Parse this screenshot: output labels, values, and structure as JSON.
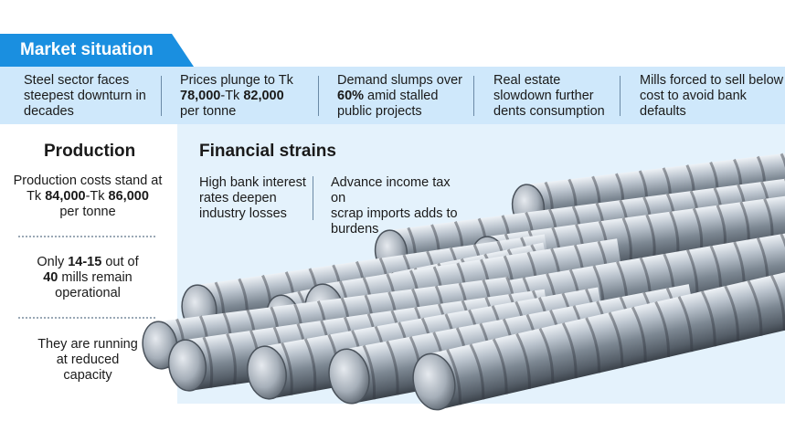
{
  "header": {
    "title": "Market situation",
    "accent_color": "#1a8fe0",
    "band_color": "#cfe8fb"
  },
  "band": {
    "items": [
      {
        "lines": [
          [
            {
              "t": "Steel sector faces"
            }
          ],
          [
            {
              "t": "steepest downturn in"
            }
          ],
          [
            {
              "t": "decades"
            }
          ]
        ]
      },
      {
        "lines": [
          [
            {
              "t": "Prices plunge to Tk"
            }
          ],
          [
            {
              "t": "78,000",
              "b": true
            },
            {
              "t": "-Tk "
            },
            {
              "t": "82,000",
              "b": true
            }
          ],
          [
            {
              "t": "per tonne"
            }
          ]
        ]
      },
      {
        "lines": [
          [
            {
              "t": "Demand slumps over"
            }
          ],
          [
            {
              "t": "60%",
              "b": true
            },
            {
              "t": " amid stalled"
            }
          ],
          [
            {
              "t": "public projects"
            }
          ]
        ]
      },
      {
        "lines": [
          [
            {
              "t": "Real estate"
            }
          ],
          [
            {
              "t": "slowdown further"
            }
          ],
          [
            {
              "t": "dents consumption"
            }
          ]
        ]
      },
      {
        "lines": [
          [
            {
              "t": "Mills forced to sell below"
            }
          ],
          [
            {
              "t": "cost to avoid bank"
            }
          ],
          [
            {
              "t": "defaults"
            }
          ]
        ]
      }
    ]
  },
  "production": {
    "title": "Production",
    "items": [
      {
        "lines": [
          [
            {
              "t": "Production costs stand at"
            }
          ],
          [
            {
              "t": "Tk "
            },
            {
              "t": "84,000",
              "b": true
            },
            {
              "t": "-Tk "
            },
            {
              "t": "86,000",
              "b": true
            }
          ],
          [
            {
              "t": "per tonne"
            }
          ]
        ]
      },
      {
        "lines": [
          [
            {
              "t": "Only "
            },
            {
              "t": "14-15",
              "b": true
            },
            {
              "t": " out of"
            }
          ],
          [
            {
              "t": "40",
              "b": true
            },
            {
              "t": " mills remain"
            }
          ],
          [
            {
              "t": "operational"
            }
          ]
        ]
      },
      {
        "lines": [
          [
            {
              "t": "They are running"
            }
          ],
          [
            {
              "t": "at reduced"
            }
          ],
          [
            {
              "t": "capacity"
            }
          ]
        ]
      }
    ]
  },
  "financial": {
    "title": "Financial strains",
    "items": [
      {
        "lines": [
          [
            {
              "t": "High bank interest"
            }
          ],
          [
            {
              "t": "rates deepen"
            }
          ],
          [
            {
              "t": "industry losses"
            }
          ]
        ]
      },
      {
        "lines": [
          [
            {
              "t": "Advance income tax on"
            }
          ],
          [
            {
              "t": "scrap imports adds to"
            }
          ],
          [
            {
              "t": "burdens"
            }
          ]
        ]
      }
    ],
    "panel_color": "#e4f2fc"
  },
  "image": {
    "icon": "steel-rebar-bundle-icon"
  }
}
